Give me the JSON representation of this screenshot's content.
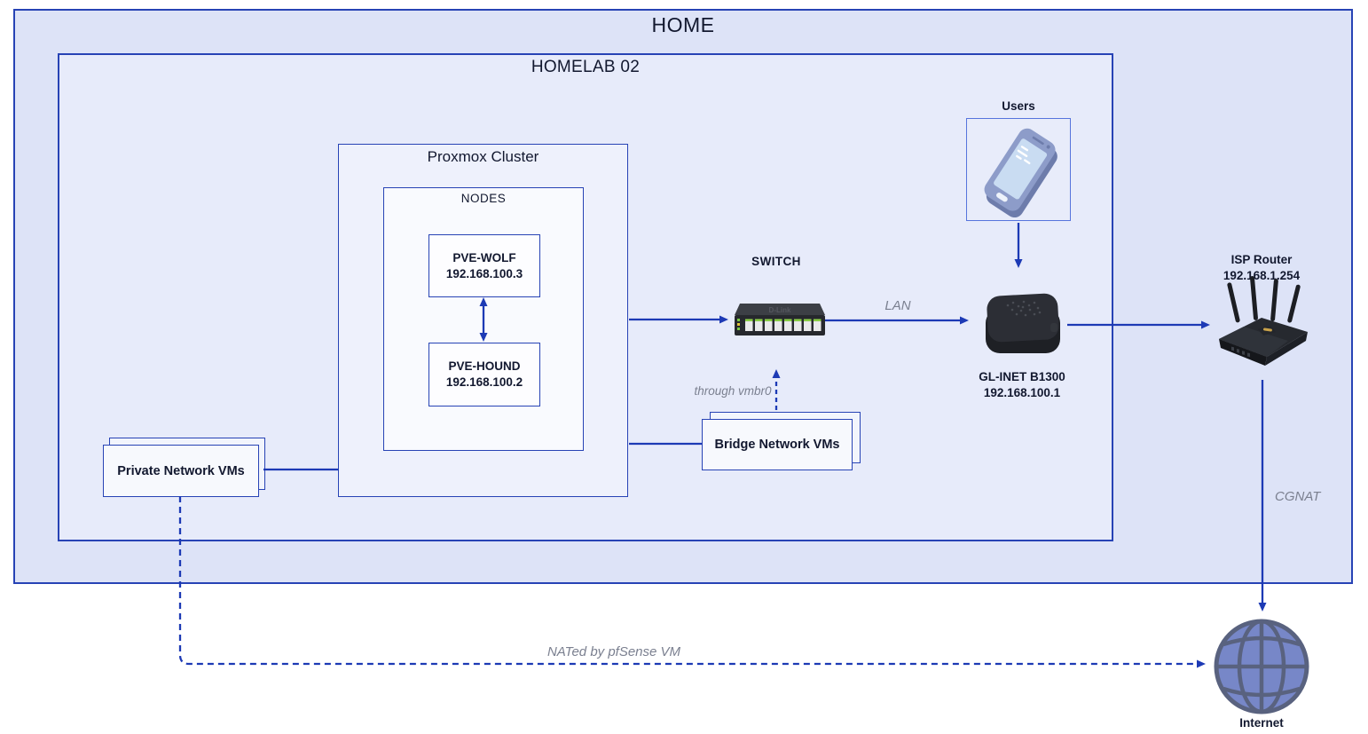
{
  "diagram": {
    "home": {
      "title": "HOME"
    },
    "homelab": {
      "title": "HOMELAB 02"
    },
    "proxmox": {
      "title": "Proxmox Cluster"
    },
    "nodes": {
      "title": "NODES"
    },
    "pve_wolf": {
      "name": "PVE-WOLF",
      "ip": "192.168.100.3"
    },
    "pve_hound": {
      "name": "PVE-HOUND",
      "ip": "192.168.100.2"
    },
    "switch": {
      "label": "SWITCH"
    },
    "users": {
      "label": "Users"
    },
    "glinet": {
      "name": "GL-INET B1300",
      "ip": "192.168.100.1"
    },
    "isp_router": {
      "name": "ISP Router",
      "ip": "192.168.1.254"
    },
    "internet": {
      "label": "Internet"
    },
    "private_vms": {
      "label": "Private Network VMs"
    },
    "bridge_vms": {
      "label": "Bridge Network VMs"
    },
    "edges": {
      "lan": "LAN",
      "vmbr0": "through vmbr0",
      "cgnat": "CGNAT",
      "nat": "NATed by pfSense VM"
    },
    "colors": {
      "border_blue": "#2743b5",
      "arrow_blue": "#1d3ab5",
      "home_bg": "#dde3f7",
      "homelab_bg": "#e7ebfa",
      "proxmox_bg": "#eef1fc",
      "nodes_bg": "#f9fafe",
      "card_bg": "#f7f9fd",
      "edge_label_gray": "#7b8090",
      "text_dark": "#12182f",
      "globe_fill": "#7787c8",
      "globe_stroke": "#59627f"
    }
  }
}
